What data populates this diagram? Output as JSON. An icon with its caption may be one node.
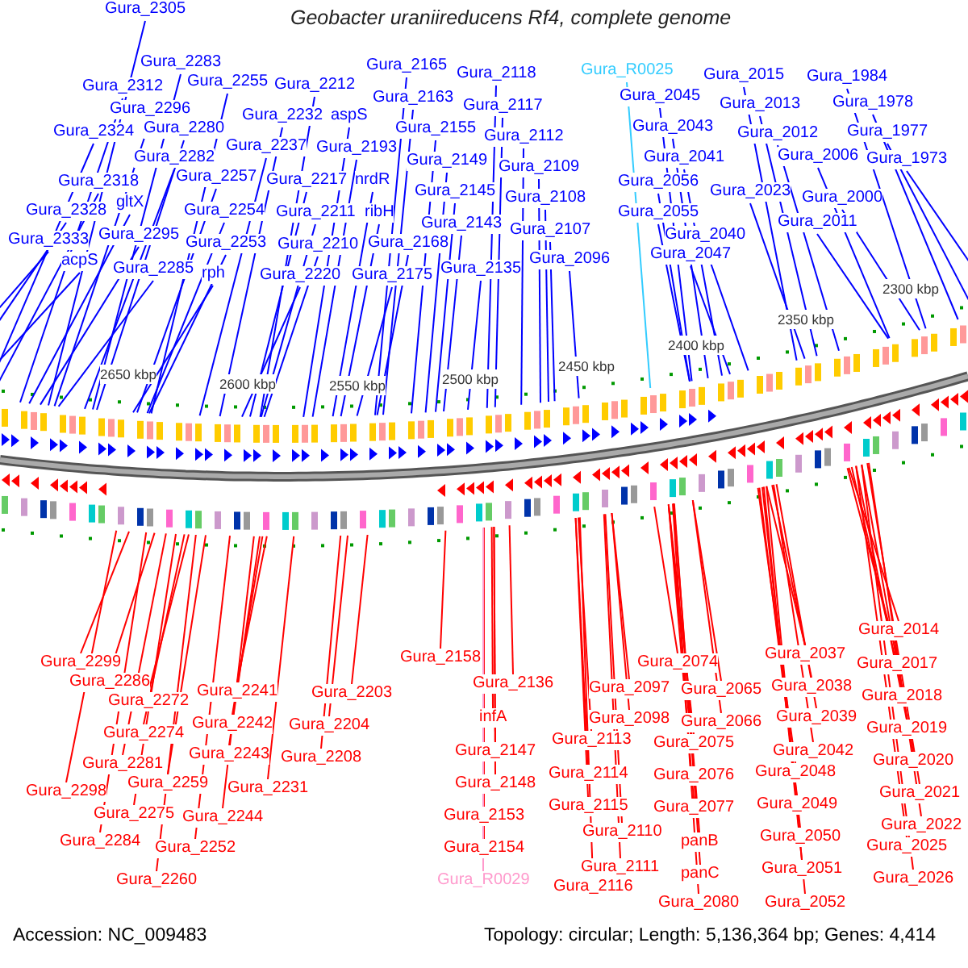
{
  "diagram": {
    "title": "Geobacter uraniireducens Rf4, complete genome",
    "nodes": [
      {
        "text": [
          "Gura_2305"
        ]
      },
      {
        "text": [
          "Gura_2283"
        ]
      },
      {
        "text": [
          "Gura_2312"
        ]
      },
      {
        "text": [
          "Gura_2255"
        ]
      },
      {
        "text": [
          "Gura_2212"
        ]
      },
      {
        "text": [
          "Gura_2296"
        ]
      },
      {
        "text": [
          "Gura_2280"
        ]
      },
      {
        "text": [
          "Gura_2324"
        ]
      },
      {
        "text": [
          "Gura_2232"
        ]
      },
      {
        "text": [
          "aspS"
        ]
      },
      {
        "text": [
          "Gura_2165"
        ]
      },
      {
        "text": [
          "Gura_2118"
        ]
      },
      {
        "text": [
          "Gura_2163"
        ]
      },
      {
        "text": [
          "Gura_2117"
        ]
      },
      {
        "text": [
          "Gura_2155"
        ]
      },
      {
        "text": [
          "Gura_2112"
        ]
      },
      {
        "text": [
          "Gura_2282"
        ]
      },
      {
        "text": [
          "Gura_2237"
        ]
      },
      {
        "text": [
          "Gura_2193"
        ]
      },
      {
        "text": [
          "Gura_2149"
        ]
      },
      {
        "text": [
          "Gura_2109"
        ]
      },
      {
        "text": [
          "Gura_2318"
        ]
      },
      {
        "text": [
          "Gura_2257"
        ]
      },
      {
        "text": [
          "Gura_2217"
        ]
      },
      {
        "text": [
          "nrdR"
        ]
      },
      {
        "text": [
          "Gura_2145"
        ]
      },
      {
        "text": [
          "Gura_2108"
        ]
      },
      {
        "text": [
          "Gura_2328"
        ]
      },
      {
        "text": [
          "gltX"
        ]
      },
      {
        "text": [
          "Gura_2254"
        ]
      },
      {
        "text": [
          "Gura_2211"
        ]
      },
      {
        "text": [
          "ribH"
        ]
      },
      {
        "text": [
          "Gura_2143"
        ]
      },
      {
        "text": [
          "Gura_2107"
        ]
      },
      {
        "text": [
          "Gura_2333"
        ]
      },
      {
        "text": [
          "Gura_2295"
        ]
      },
      {
        "text": [
          "Gura_2253"
        ]
      },
      {
        "text": [
          "Gura_2210"
        ]
      },
      {
        "text": [
          "Gura_2168"
        ]
      },
      {
        "text": [
          "Gura_2096"
        ]
      },
      {
        "text": [
          "acpS"
        ]
      },
      {
        "text": [
          "Gura_2285"
        ]
      },
      {
        "text": [
          "rph"
        ]
      },
      {
        "text": [
          "Gura_2220"
        ]
      },
      {
        "text": [
          "Gura_2175"
        ]
      },
      {
        "text": [
          "Gura_2135"
        ]
      },
      {
        "text": [
          "Gura_R0025"
        ]
      },
      {
        "text": [
          "Gura_2045"
        ]
      },
      {
        "text": [
          "Gura_2043"
        ]
      },
      {
        "text": [
          "Gura_2041"
        ]
      },
      {
        "text": [
          "Gura_2056"
        ]
      },
      {
        "text": [
          "Gura_2055"
        ]
      },
      {
        "text": [
          "Gura_2040"
        ]
      },
      {
        "text": [
          "Gura_2047"
        ]
      },
      {
        "text": [
          "Gura_2015"
        ]
      },
      {
        "text": [
          "Gura_2013"
        ]
      },
      {
        "text": [
          "Gura_2012"
        ]
      },
      {
        "text": [
          "Gura_2006"
        ]
      },
      {
        "text": [
          "Gura_2023"
        ]
      },
      {
        "text": [
          "Gura_2000"
        ]
      },
      {
        "text": [
          "Gura_2011"
        ]
      },
      {
        "text": [
          "Gura_1984"
        ]
      },
      {
        "text": [
          "Gura_1978"
        ]
      },
      {
        "text": [
          "Gura_1977"
        ]
      },
      {
        "text": [
          "Gura_1973"
        ]
      },
      {
        "text": [
          "Gura_2299"
        ]
      },
      {
        "text": [
          "Gura_2286"
        ]
      },
      {
        "text": [
          "Gura_2272"
        ]
      },
      {
        "text": [
          "Gura_2274"
        ]
      },
      {
        "text": [
          "Gura_2281"
        ]
      },
      {
        "text": [
          "Gura_2298"
        ]
      },
      {
        "text": [
          "Gura_2259"
        ]
      },
      {
        "text": [
          "Gura_2275"
        ]
      },
      {
        "text": [
          "Gura_2284"
        ]
      },
      {
        "text": [
          "Gura_2260"
        ]
      },
      {
        "text": [
          "Gura_2241"
        ]
      },
      {
        "text": [
          "Gura_2242"
        ]
      },
      {
        "text": [
          "Gura_2243"
        ]
      },
      {
        "text": [
          "Gura_2231"
        ]
      },
      {
        "text": [
          "Gura_2244"
        ]
      },
      {
        "text": [
          "Gura_2252"
        ]
      },
      {
        "text": [
          "Gura_2203"
        ]
      },
      {
        "text": [
          "Gura_2204"
        ]
      },
      {
        "text": [
          "Gura_2208"
        ]
      },
      {
        "text": [
          "Gura_2158"
        ]
      },
      {
        "text": [
          "Gura_2136"
        ]
      },
      {
        "text": [
          "infA"
        ]
      },
      {
        "text": [
          "Gura_2147"
        ]
      },
      {
        "text": [
          "Gura_2148"
        ]
      },
      {
        "text": [
          "Gura_2153"
        ]
      },
      {
        "text": [
          "Gura_2154"
        ]
      },
      {
        "text": [
          "Gura_R0029"
        ]
      },
      {
        "text": [
          "Gura_2097"
        ]
      },
      {
        "text": [
          "Gura_2098"
        ]
      },
      {
        "text": [
          "Gura_2113"
        ]
      },
      {
        "text": [
          "Gura_2114"
        ]
      },
      {
        "text": [
          "Gura_2115"
        ]
      },
      {
        "text": [
          "Gura_2110"
        ]
      },
      {
        "text": [
          "Gura_2111"
        ]
      },
      {
        "text": [
          "Gura_2116"
        ]
      },
      {
        "text": [
          "Gura_2074"
        ]
      },
      {
        "text": [
          "Gura_2065"
        ]
      },
      {
        "text": [
          "Gura_2066"
        ]
      },
      {
        "text": [
          "Gura_2075"
        ]
      },
      {
        "text": [
          "Gura_2076"
        ]
      },
      {
        "text": [
          "Gura_2077"
        ]
      },
      {
        "text": [
          "panB"
        ]
      },
      {
        "text": [
          "panC"
        ]
      },
      {
        "text": [
          "Gura_2080"
        ]
      },
      {
        "text": [
          "Gura_2037"
        ]
      },
      {
        "text": [
          "Gura_2038"
        ]
      },
      {
        "text": [
          "Gura_2039"
        ]
      },
      {
        "text": [
          "Gura_2042"
        ]
      },
      {
        "text": [
          "Gura_2048"
        ]
      },
      {
        "text": [
          "Gura_2049"
        ]
      },
      {
        "text": [
          "Gura_2050"
        ]
      },
      {
        "text": [
          "Gura_2051"
        ]
      },
      {
        "text": [
          "Gura_2052"
        ]
      },
      {
        "text": [
          "Gura_2014"
        ]
      },
      {
        "text": [
          "Gura_2017"
        ]
      },
      {
        "text": [
          "Gura_2018"
        ]
      },
      {
        "text": [
          "Gura_2019"
        ]
      },
      {
        "text": [
          "Gura_2020"
        ]
      },
      {
        "text": [
          "Gura_2021"
        ]
      },
      {
        "text": [
          "Gura_2022"
        ]
      },
      {
        "text": [
          "Gura_2025"
        ]
      },
      {
        "text": [
          "Gura_2026"
        ]
      }
    ],
    "edges": [
      {
        "from": 0,
        "to": null,
        "arrow": "none",
        "color": "#0000ff"
      },
      {
        "from": 1,
        "to": null,
        "arrow": "none",
        "color": "#0000ff"
      },
      {
        "from": 2,
        "to": null,
        "arrow": "none",
        "color": "#0000ff"
      },
      {
        "from": 3,
        "to": null,
        "arrow": "none",
        "color": "#0000ff"
      },
      {
        "from": 4,
        "to": null,
        "arrow": "none",
        "color": "#0000ff"
      },
      {
        "from": 5,
        "to": null,
        "arrow": "none",
        "color": "#0000ff"
      },
      {
        "from": 6,
        "to": null,
        "arrow": "none",
        "color": "#0000ff"
      },
      {
        "from": 7,
        "to": null,
        "arrow": "none",
        "color": "#0000ff"
      },
      {
        "from": 8,
        "to": null,
        "arrow": "none",
        "color": "#0000ff"
      },
      {
        "from": 9,
        "to": null,
        "arrow": "none",
        "color": "#0000ff"
      },
      {
        "from": 10,
        "to": null,
        "arrow": "none",
        "color": "#0000ff"
      },
      {
        "from": 11,
        "to": null,
        "arrow": "none",
        "color": "#0000ff"
      },
      {
        "from": 12,
        "to": null,
        "arrow": "none",
        "color": "#0000ff"
      },
      {
        "from": 13,
        "to": null,
        "arrow": "none",
        "color": "#0000ff"
      },
      {
        "from": 14,
        "to": null,
        "arrow": "none",
        "color": "#0000ff"
      },
      {
        "from": 15,
        "to": null,
        "arrow": "none",
        "color": "#0000ff"
      },
      {
        "from": 16,
        "to": null,
        "arrow": "none",
        "color": "#0000ff"
      },
      {
        "from": 17,
        "to": null,
        "arrow": "none",
        "color": "#0000ff"
      },
      {
        "from": 18,
        "to": null,
        "arrow": "none",
        "color": "#0000ff"
      },
      {
        "from": 19,
        "to": null,
        "arrow": "none",
        "color": "#0000ff"
      },
      {
        "from": 20,
        "to": null,
        "arrow": "none",
        "color": "#0000ff"
      },
      {
        "from": 21,
        "to": null,
        "arrow": "none",
        "color": "#0000ff"
      },
      {
        "from": 22,
        "to": null,
        "arrow": "none",
        "color": "#0000ff"
      },
      {
        "from": 23,
        "to": null,
        "arrow": "none",
        "color": "#0000ff"
      },
      {
        "from": 24,
        "to": null,
        "arrow": "none",
        "color": "#0000ff"
      },
      {
        "from": 25,
        "to": null,
        "arrow": "none",
        "color": "#0000ff"
      },
      {
        "from": 26,
        "to": null,
        "arrow": "none",
        "color": "#0000ff"
      },
      {
        "from": 27,
        "to": null,
        "arrow": "none",
        "color": "#0000ff"
      },
      {
        "from": 28,
        "to": null,
        "arrow": "none",
        "color": "#0000ff"
      },
      {
        "from": 29,
        "to": null,
        "arrow": "none",
        "color": "#0000ff"
      },
      {
        "from": 30,
        "to": null,
        "arrow": "none",
        "color": "#0000ff"
      },
      {
        "from": 31,
        "to": null,
        "arrow": "none",
        "color": "#0000ff"
      },
      {
        "from": 32,
        "to": null,
        "arrow": "none",
        "color": "#0000ff"
      },
      {
        "from": 33,
        "to": null,
        "arrow": "none",
        "color": "#0000ff"
      },
      {
        "from": 34,
        "to": null,
        "arrow": "none",
        "color": "#0000ff"
      },
      {
        "from": 35,
        "to": null,
        "arrow": "none",
        "color": "#0000ff"
      },
      {
        "from": 36,
        "to": null,
        "arrow": "none",
        "color": "#0000ff"
      },
      {
        "from": 37,
        "to": null,
        "arrow": "none",
        "color": "#0000ff"
      },
      {
        "from": 38,
        "to": null,
        "arrow": "none",
        "color": "#0000ff"
      },
      {
        "from": 39,
        "to": null,
        "arrow": "none",
        "color": "#0000ff"
      },
      {
        "from": 40,
        "to": null,
        "arrow": "none",
        "color": "#0000ff"
      },
      {
        "from": 41,
        "to": null,
        "arrow": "none",
        "color": "#0000ff"
      },
      {
        "from": 42,
        "to": null,
        "arrow": "none",
        "color": "#0000ff"
      },
      {
        "from": 43,
        "to": null,
        "arrow": "none",
        "color": "#0000ff"
      },
      {
        "from": 44,
        "to": null,
        "arrow": "none",
        "color": "#0000ff"
      },
      {
        "from": 45,
        "to": null,
        "arrow": "none",
        "color": "#0000ff"
      },
      {
        "from": 46,
        "to": null,
        "arrow": "none",
        "color": "#33ccff"
      },
      {
        "from": 47,
        "to": null,
        "arrow": "none",
        "color": "#0000ff"
      },
      {
        "from": 48,
        "to": null,
        "arrow": "none",
        "color": "#0000ff"
      },
      {
        "from": 49,
        "to": null,
        "arrow": "none",
        "color": "#0000ff"
      },
      {
        "from": 50,
        "to": null,
        "arrow": "none",
        "color": "#0000ff"
      },
      {
        "from": 51,
        "to": null,
        "arrow": "none",
        "color": "#0000ff"
      },
      {
        "from": 52,
        "to": null,
        "arrow": "none",
        "color": "#0000ff"
      },
      {
        "from": 53,
        "to": null,
        "arrow": "none",
        "color": "#0000ff"
      },
      {
        "from": 54,
        "to": null,
        "arrow": "none",
        "color": "#0000ff"
      },
      {
        "from": 55,
        "to": null,
        "arrow": "none",
        "color": "#0000ff"
      },
      {
        "from": 56,
        "to": null,
        "arrow": "none",
        "color": "#0000ff"
      },
      {
        "from": 57,
        "to": null,
        "arrow": "none",
        "color": "#0000ff"
      },
      {
        "from": 58,
        "to": null,
        "arrow": "none",
        "color": "#0000ff"
      },
      {
        "from": 59,
        "to": null,
        "arrow": "none",
        "color": "#0000ff"
      },
      {
        "from": 60,
        "to": null,
        "arrow": "none",
        "color": "#0000ff"
      },
      {
        "from": 61,
        "to": null,
        "arrow": "none",
        "color": "#0000ff"
      },
      {
        "from": 62,
        "to": null,
        "arrow": "none",
        "color": "#0000ff"
      },
      {
        "from": 63,
        "to": null,
        "arrow": "none",
        "color": "#0000ff"
      },
      {
        "from": 64,
        "to": null,
        "arrow": "none",
        "color": "#0000ff"
      },
      {
        "from": 65,
        "to": null,
        "arrow": "none",
        "color": "#ff0000"
      },
      {
        "from": 66,
        "to": null,
        "arrow": "none",
        "color": "#ff0000"
      },
      {
        "from": 67,
        "to": null,
        "arrow": "none",
        "color": "#ff0000"
      },
      {
        "from": 68,
        "to": null,
        "arrow": "none",
        "color": "#ff0000"
      },
      {
        "from": 69,
        "to": null,
        "arrow": "none",
        "color": "#ff0000"
      },
      {
        "from": 70,
        "to": null,
        "arrow": "none",
        "color": "#ff0000"
      },
      {
        "from": 71,
        "to": null,
        "arrow": "none",
        "color": "#ff0000"
      },
      {
        "from": 72,
        "to": null,
        "arrow": "none",
        "color": "#ff0000"
      },
      {
        "from": 73,
        "to": null,
        "arrow": "none",
        "color": "#ff0000"
      },
      {
        "from": 74,
        "to": null,
        "arrow": "none",
        "color": "#ff0000"
      },
      {
        "from": 75,
        "to": null,
        "arrow": "none",
        "color": "#ff0000"
      },
      {
        "from": 76,
        "to": null,
        "arrow": "none",
        "color": "#ff0000"
      },
      {
        "from": 77,
        "to": null,
        "arrow": "none",
        "color": "#ff0000"
      },
      {
        "from": 78,
        "to": null,
        "arrow": "none",
        "color": "#ff0000"
      },
      {
        "from": 79,
        "to": null,
        "arrow": "none",
        "color": "#ff0000"
      },
      {
        "from": 80,
        "to": null,
        "arrow": "none",
        "color": "#ff0000"
      },
      {
        "from": 81,
        "to": null,
        "arrow": "none",
        "color": "#ff0000"
      },
      {
        "from": 82,
        "to": null,
        "arrow": "none",
        "color": "#ff0000"
      },
      {
        "from": 83,
        "to": null,
        "arrow": "none",
        "color": "#ff0000"
      },
      {
        "from": 84,
        "to": null,
        "arrow": "none",
        "color": "#ff0000"
      },
      {
        "from": 85,
        "to": null,
        "arrow": "none",
        "color": "#ff0000"
      },
      {
        "from": 86,
        "to": null,
        "arrow": "none",
        "color": "#ff0000"
      },
      {
        "from": 87,
        "to": null,
        "arrow": "none",
        "color": "#ff0000"
      },
      {
        "from": 88,
        "to": null,
        "arrow": "none",
        "color": "#ff0000"
      },
      {
        "from": 89,
        "to": null,
        "arrow": "none",
        "color": "#ff0000"
      },
      {
        "from": 90,
        "to": null,
        "arrow": "none",
        "color": "#ff0000"
      },
      {
        "from": 91,
        "to": null,
        "arrow": "none",
        "color": "#ff99cc"
      },
      {
        "from": 92,
        "to": null,
        "arrow": "none",
        "color": "#ff0000"
      },
      {
        "from": 93,
        "to": null,
        "arrow": "none",
        "color": "#ff0000"
      },
      {
        "from": 94,
        "to": null,
        "arrow": "none",
        "color": "#ff0000"
      },
      {
        "from": 95,
        "to": null,
        "arrow": "none",
        "color": "#ff0000"
      },
      {
        "from": 96,
        "to": null,
        "arrow": "none",
        "color": "#ff0000"
      },
      {
        "from": 97,
        "to": null,
        "arrow": "none",
        "color": "#ff0000"
      },
      {
        "from": 98,
        "to": null,
        "arrow": "none",
        "color": "#ff0000"
      },
      {
        "from": 99,
        "to": null,
        "arrow": "none",
        "color": "#ff0000"
      },
      {
        "from": 100,
        "to": null,
        "arrow": "none",
        "color": "#ff0000"
      },
      {
        "from": 101,
        "to": null,
        "arrow": "none",
        "color": "#ff0000"
      },
      {
        "from": 102,
        "to": null,
        "arrow": "none",
        "color": "#ff0000"
      },
      {
        "from": 103,
        "to": null,
        "arrow": "none",
        "color": "#ff0000"
      },
      {
        "from": 104,
        "to": null,
        "arrow": "none",
        "color": "#ff0000"
      },
      {
        "from": 105,
        "to": null,
        "arrow": "none",
        "color": "#ff0000"
      },
      {
        "from": 106,
        "to": null,
        "arrow": "none",
        "color": "#ff0000"
      },
      {
        "from": 107,
        "to": null,
        "arrow": "none",
        "color": "#ff0000"
      },
      {
        "from": 108,
        "to": null,
        "arrow": "none",
        "color": "#ff0000"
      },
      {
        "from": 109,
        "to": null,
        "arrow": "none",
        "color": "#ff0000"
      },
      {
        "from": 110,
        "to": null,
        "arrow": "none",
        "color": "#ff0000"
      },
      {
        "from": 111,
        "to": null,
        "arrow": "none",
        "color": "#ff0000"
      },
      {
        "from": 112,
        "to": null,
        "arrow": "none",
        "color": "#ff0000"
      },
      {
        "from": 113,
        "to": null,
        "arrow": "none",
        "color": "#ff0000"
      },
      {
        "from": 114,
        "to": null,
        "arrow": "none",
        "color": "#ff0000"
      },
      {
        "from": 115,
        "to": null,
        "arrow": "none",
        "color": "#ff0000"
      },
      {
        "from": 116,
        "to": null,
        "arrow": "none",
        "color": "#ff0000"
      },
      {
        "from": 117,
        "to": null,
        "arrow": "none",
        "color": "#ff0000"
      },
      {
        "from": 118,
        "to": null,
        "arrow": "none",
        "color": "#ff0000"
      },
      {
        "from": 119,
        "to": null,
        "arrow": "none",
        "color": "#ff0000"
      },
      {
        "from": 120,
        "to": null,
        "arrow": "none",
        "color": "#ff0000"
      },
      {
        "from": 121,
        "to": null,
        "arrow": "none",
        "color": "#ff0000"
      },
      {
        "from": 122,
        "to": null,
        "arrow": "none",
        "color": "#ff0000"
      },
      {
        "from": 123,
        "to": null,
        "arrow": "none",
        "color": "#ff0000"
      },
      {
        "from": 124,
        "to": null,
        "arrow": "none",
        "color": "#ff0000"
      },
      {
        "from": 125,
        "to": null,
        "arrow": "none",
        "color": "#ff0000"
      },
      {
        "from": 126,
        "to": null,
        "arrow": "none",
        "color": "#ff0000"
      }
    ],
    "labels": [
      "2650 kbp",
      "2600 kbp",
      "2550 kbp",
      "2500 kbp",
      "2450 kbp",
      "2400 kbp",
      "2350 kbp",
      "2300 kbp",
      "Accession: NC_009483",
      "Topology: circular; Length: 5,136,364 bp; Genes: 4,414"
    ]
  }
}
